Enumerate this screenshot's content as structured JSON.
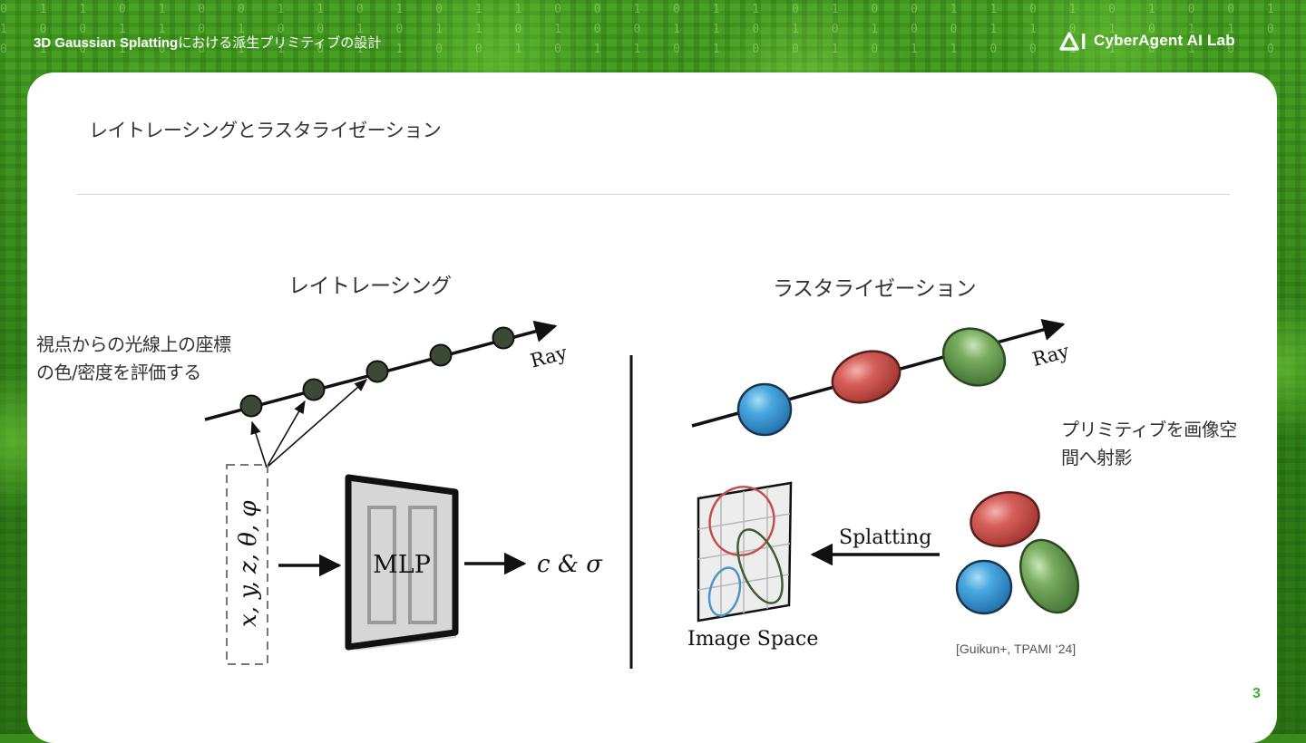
{
  "header": {
    "title_en": "3D Gaussian Splatting",
    "title_jp": "における派生プリミティブの設計",
    "brand": "CyberAgent AI Lab"
  },
  "slide": {
    "title": "レイトレーシングとラスタライゼーション",
    "page_number": "3"
  },
  "left_panel": {
    "label": "レイトレーシング",
    "note_line1": "視点からの光線上の座標",
    "note_line2": "の色/密度を評価する",
    "ray_label": "Ray",
    "input_label": "x, y, z, θ, φ",
    "mlp_label": "MLP",
    "output_label": "c & σ"
  },
  "right_panel": {
    "label": "ラスタライゼーション",
    "ray_label": "Ray",
    "note_line1": "プリミティブを画像空",
    "note_line2": "間へ射影",
    "splatting_label": "Splatting",
    "image_space_label": "Image Space",
    "citation": "[Guikun+, TPAMI ‘24]"
  },
  "colors": {
    "accent_green": "#35b22d",
    "blue_primitive": "#3a9ad6",
    "red_primitive": "#cf5550",
    "green_primitive": "#6fa257",
    "sample_point": "#3b4a35"
  }
}
